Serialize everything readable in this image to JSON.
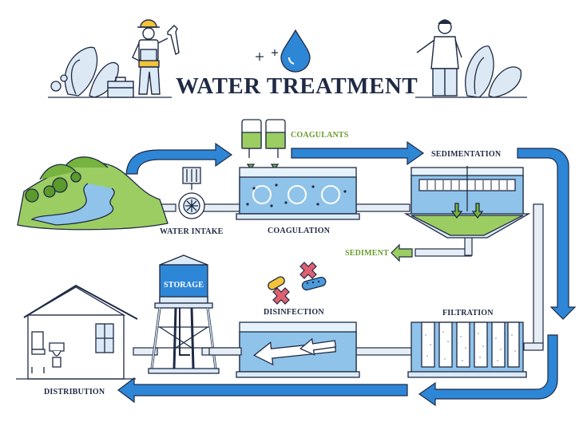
{
  "title": "WATER TREATMENT",
  "labels": {
    "coagulants": "COAGULANTS",
    "sedimentation": "SEDIMENTATION",
    "water_intake": "WATER INTAKE",
    "coagulation": "COAGULATION",
    "sediment": "SEDIMENT",
    "storage": "STORAGE",
    "disinfection": "DISINFECTION",
    "filtration": "FILTRATION",
    "distribution": "DISTRIBUTION"
  },
  "colors": {
    "outline": "#1f2a44",
    "water": "#8fc3ea",
    "water_dark": "#4a9bdc",
    "arrow": "#2e86d6",
    "green": "#76b33f",
    "green_dark": "#5b9a2c",
    "label_green": "#6a9a2c",
    "red": "#e06070"
  },
  "icons": [
    "water-drop-icon",
    "wrench-icon",
    "toolbox-icon",
    "plant-icon",
    "valve-icon",
    "pump-icon",
    "bacteria-icon",
    "cross-icon",
    "sparkle-icon"
  ]
}
